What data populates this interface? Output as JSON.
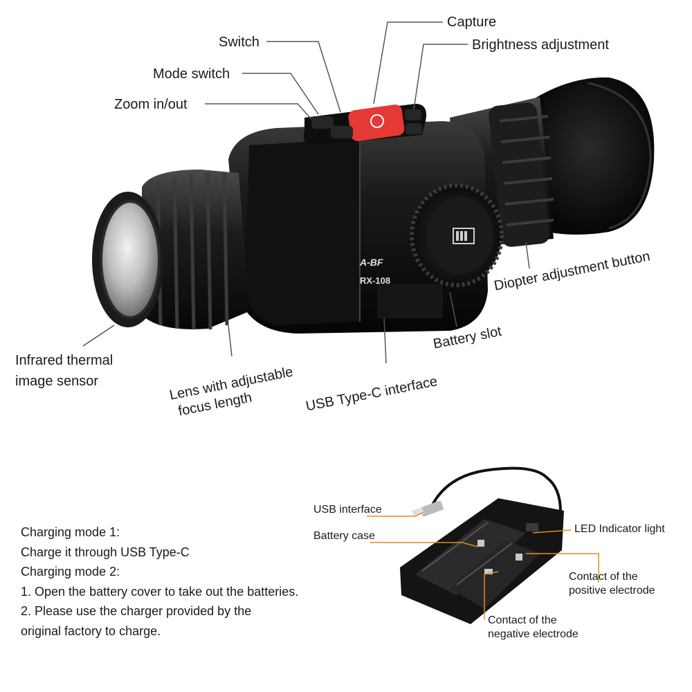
{
  "scope": {
    "brand": "A-BF",
    "model": "RX-108",
    "labels": {
      "capture": "Capture",
      "brightness": "Brightness adjustment",
      "switch": "Switch",
      "mode_switch": "Mode switch",
      "zoom": "Zoom in/out",
      "diopter": "Diopter adjustment button",
      "battery_slot": "Battery slot",
      "usb_c": "USB Type-C interface",
      "lens_line1": "Lens with adjustable",
      "lens_line2": "focus length",
      "sensor_line1": "Infrared thermal",
      "sensor_line2": "image sensor"
    }
  },
  "charger": {
    "labels": {
      "usb": "USB interface",
      "case": "Battery case",
      "led": "LED Indicator light",
      "positive_line1": "Contact of the",
      "positive_line2": "positive electrode",
      "negative_line1": "Contact of the",
      "negative_line2": "negative electrode"
    }
  },
  "instructions": [
    "Charging mode 1:",
    "Charge it through USB Type-C",
    "Charging mode 2:",
    "1. Open the battery cover to take out the batteries.",
    "2. Please use the charger provided by the",
    "original factory to charge."
  ],
  "colors": {
    "leader_scope": "#555555",
    "leader_charger": "#e8891c",
    "button_red": "#e53935",
    "body_black": "#141414"
  }
}
